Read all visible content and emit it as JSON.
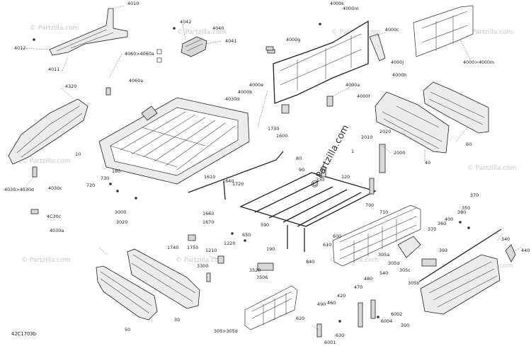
{
  "diagram": {
    "code": "42C1703b",
    "watermark_main": "© Partzilla.com",
    "watermark_faint": "© Partzilla.com",
    "labels": [
      "4010",
      "4012",
      "4011",
      "4042",
      "4040",
      "4041",
      "4060>4060a",
      "4060a",
      "4320",
      "4030>4030d",
      "4030c",
      "4030a",
      "4C30c",
      "4000k",
      "4000m",
      "4000g",
      "4000c",
      "4000>4000m",
      "4000j",
      "4000h",
      "4000a",
      "4000f",
      "4000e",
      "4000b",
      "4030d",
      "60",
      "40",
      "10",
      "730",
      "180",
      "720",
      "3000",
      "3020",
      "1730",
      "1600",
      "1610",
      "1640",
      "1720",
      "1660",
      "1670",
      "80",
      "90",
      "330",
      "120",
      "2010",
      "2020",
      "2000",
      "700",
      "710",
      "1740",
      "1750",
      "1210",
      "1220",
      "650",
      "590",
      "190",
      "3300",
      "3520",
      "3506",
      "610",
      "600",
      "840",
      "305a",
      "305d",
      "305c",
      "305b",
      "393",
      "540",
      "360",
      "370",
      "350",
      "380",
      "400",
      "1",
      "370",
      "340",
      "440",
      "490",
      "480",
      "470",
      "460",
      "420",
      "30",
      "50",
      "305>305d",
      "620",
      "6002",
      "6004",
      "6001",
      "630",
      "300"
    ]
  }
}
